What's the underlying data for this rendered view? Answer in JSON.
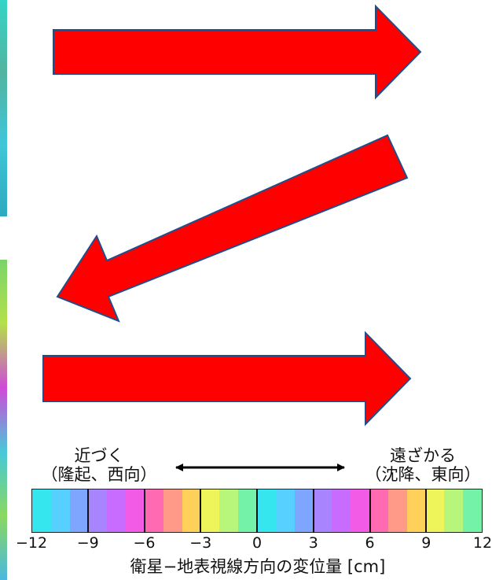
{
  "left_label": {
    "line1": "近づく",
    "line2": "（隆起、西向）"
  },
  "right_label": {
    "line1": "遠ざかる",
    "line2": "（沈降、東向）"
  },
  "colorbar": {
    "min": -12,
    "max": 12,
    "ticks": [
      "−12",
      "−9",
      "−6",
      "−3",
      "0",
      "3",
      "6",
      "9",
      "12"
    ],
    "caption": "衛星−地表視線方向の変位量 [cm]",
    "palette": [
      "#35e6ee",
      "#58d0ff",
      "#7fa6ff",
      "#a885ff",
      "#c86bff",
      "#f25be6",
      "#ff6ab2",
      "#ff9a88",
      "#ffd15a",
      "#eef55a",
      "#b7f57b",
      "#74f2a8"
    ]
  },
  "colors": {
    "arrow_fill": "#ff0000",
    "arrow_stroke": "#1f4e8c",
    "double_arrow": "#000000"
  }
}
